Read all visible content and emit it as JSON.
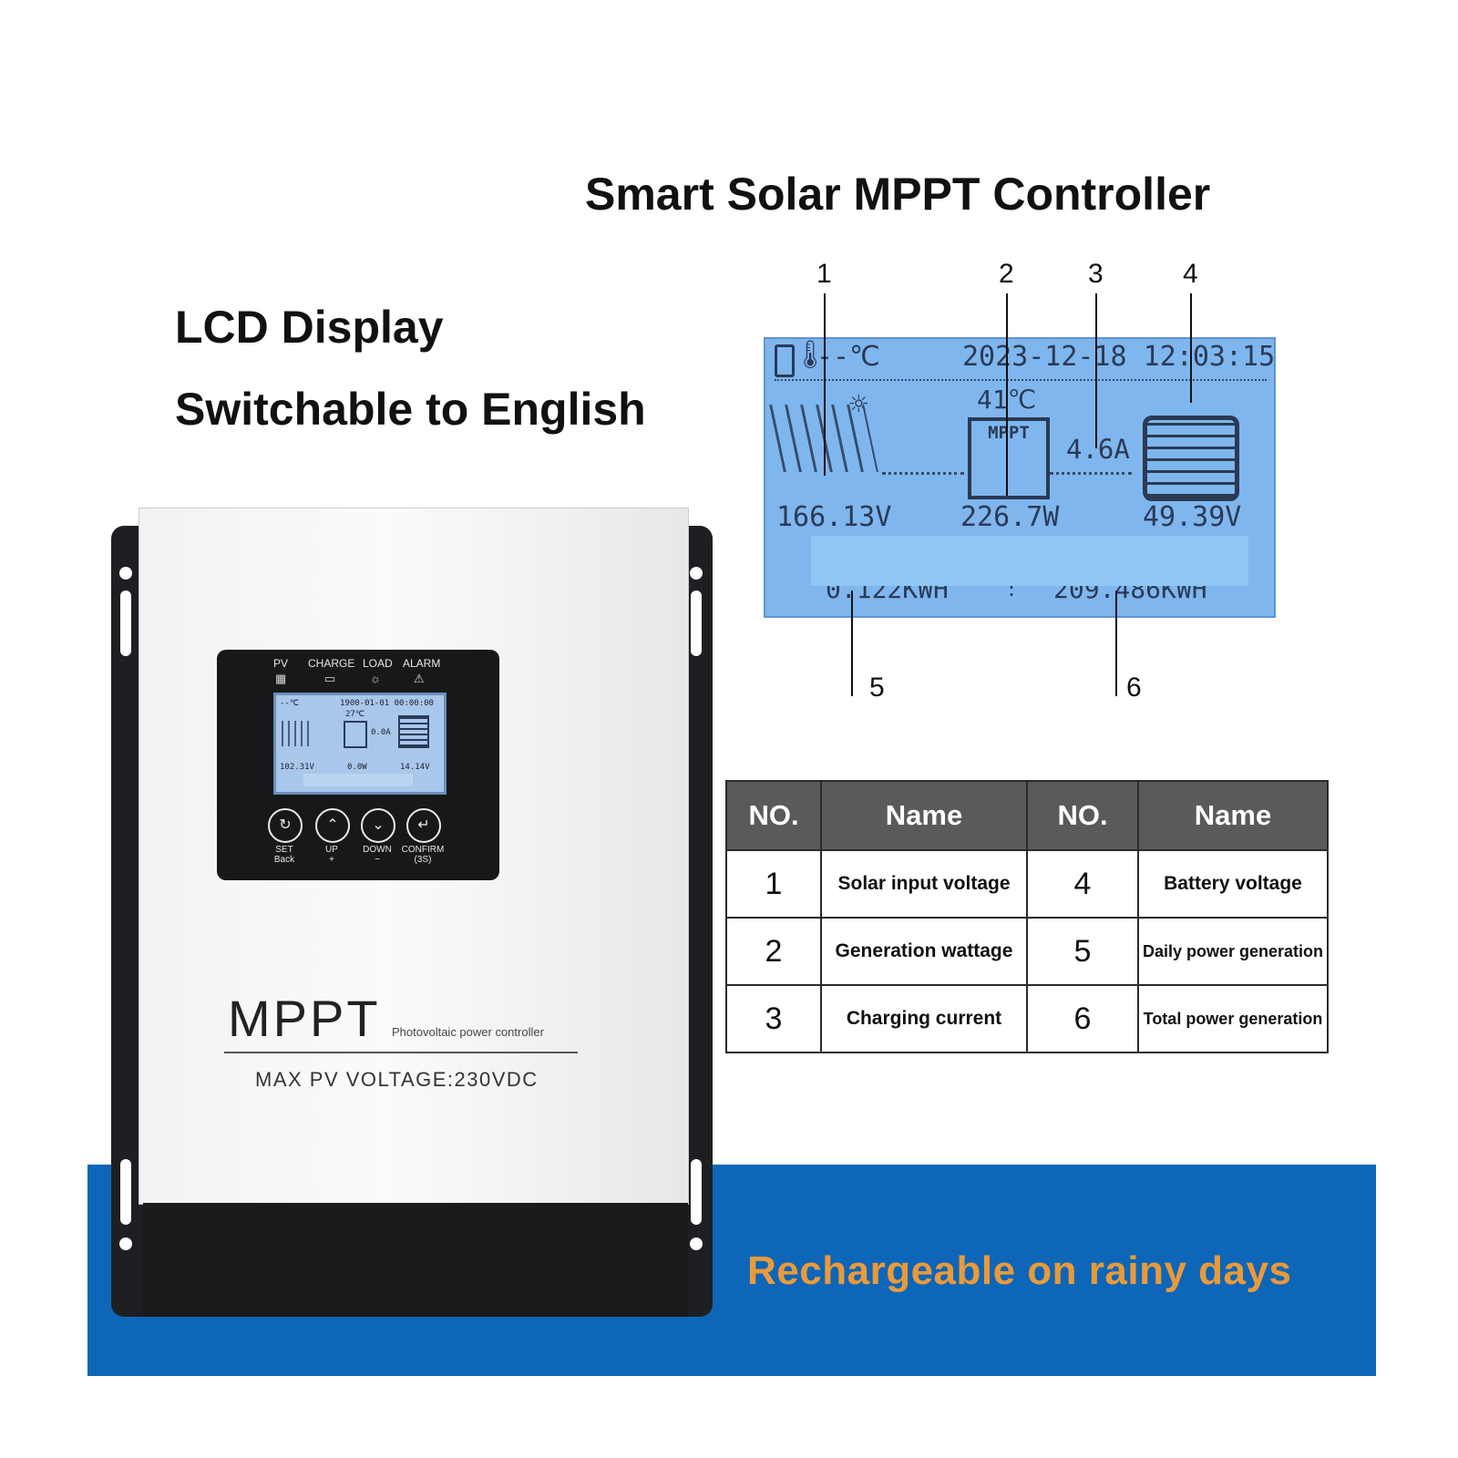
{
  "headline": {
    "title": "Smart Solar MPPT Controller",
    "lcd_line1": "LCD Display",
    "lcd_line2": "Switchable to English"
  },
  "banner": {
    "text": "Rechargeable on rainy days"
  },
  "device": {
    "indicators": [
      "PV",
      "CHARGE",
      "LOAD",
      "ALARM"
    ],
    "mini_lcd": {
      "temp": "--℃",
      "datetime": "1900-01-01 00:00:00",
      "ctrl_temp": "27℃",
      "current": "0.0A",
      "pv_voltage": "102.31V",
      "power": "0.0W",
      "battery_voltage": "14.14V"
    },
    "buttons": [
      {
        "label": "SET",
        "sub": "Back"
      },
      {
        "label": "UP",
        "sub": "+"
      },
      {
        "label": "DOWN",
        "sub": "−"
      },
      {
        "label": "CONFIRM",
        "sub": "(3S)"
      }
    ],
    "logo": "MPPT",
    "subtitle": "Photovoltaic power controller",
    "max_voltage": "MAX PV VOLTAGE:230VDC"
  },
  "lcd": {
    "temp": "--℃",
    "datetime": "2023-12-18 12:03:15",
    "ctrl_temp": "41℃",
    "mppt_label": "MPPT",
    "current": "4.6A",
    "pv_voltage": "166.13V",
    "power": "226.7W",
    "battery_voltage": "49.39V",
    "daily_energy": "0.122KWH",
    "total_energy": "209.486KWH"
  },
  "callouts": [
    "1",
    "2",
    "3",
    "4",
    "5",
    "6"
  ],
  "table": {
    "headers": [
      "NO.",
      "Name",
      "NO.",
      "Name"
    ],
    "rows": [
      {
        "no1": "1",
        "name1": "Solar input voltage",
        "no2": "4",
        "name2": "Battery voltage"
      },
      {
        "no1": "2",
        "name1": "Generation wattage",
        "no2": "5",
        "name2": "Daily power generation"
      },
      {
        "no1": "3",
        "name1": "Charging current",
        "no2": "6",
        "name2": "Total power generation"
      }
    ]
  }
}
